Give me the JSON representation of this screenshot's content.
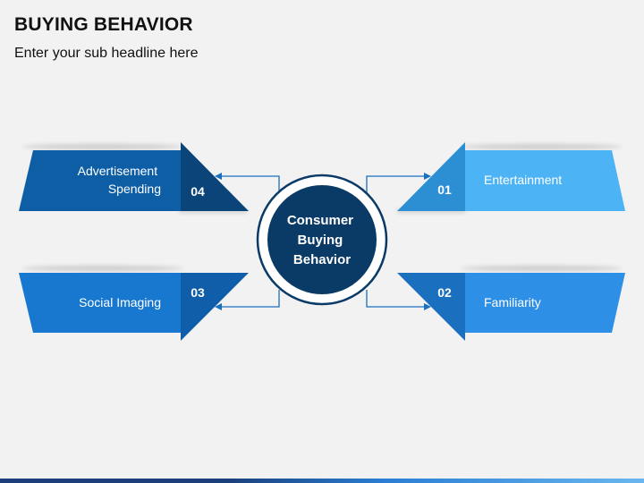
{
  "header": {
    "title": "BUYING BEHAVIOR",
    "subtitle": "Enter your sub headline here"
  },
  "center": {
    "label_lines": [
      "Consumer",
      "Buying",
      "Behavior"
    ]
  },
  "items": [
    {
      "number": "04",
      "label_lines": [
        "Advertisement",
        "Spending"
      ],
      "color": "#0e5ea6",
      "dark": "#0a4478"
    },
    {
      "number": "03",
      "label_lines": [
        "Social Imaging"
      ],
      "color": "#1877cf",
      "dark": "#105ea9"
    },
    {
      "number": "01",
      "label_lines": [
        "Entertainment"
      ],
      "color": "#4cb3f5",
      "dark": "#2c8fd4"
    },
    {
      "number": "02",
      "label_lines": [
        "Familiarity"
      ],
      "color": "#2d8fe6",
      "dark": "#1b6fbf"
    }
  ],
  "colors": {
    "center_fill": "#0a3b66",
    "connector": "#1b6fbf",
    "background": "#f2f2f2"
  }
}
